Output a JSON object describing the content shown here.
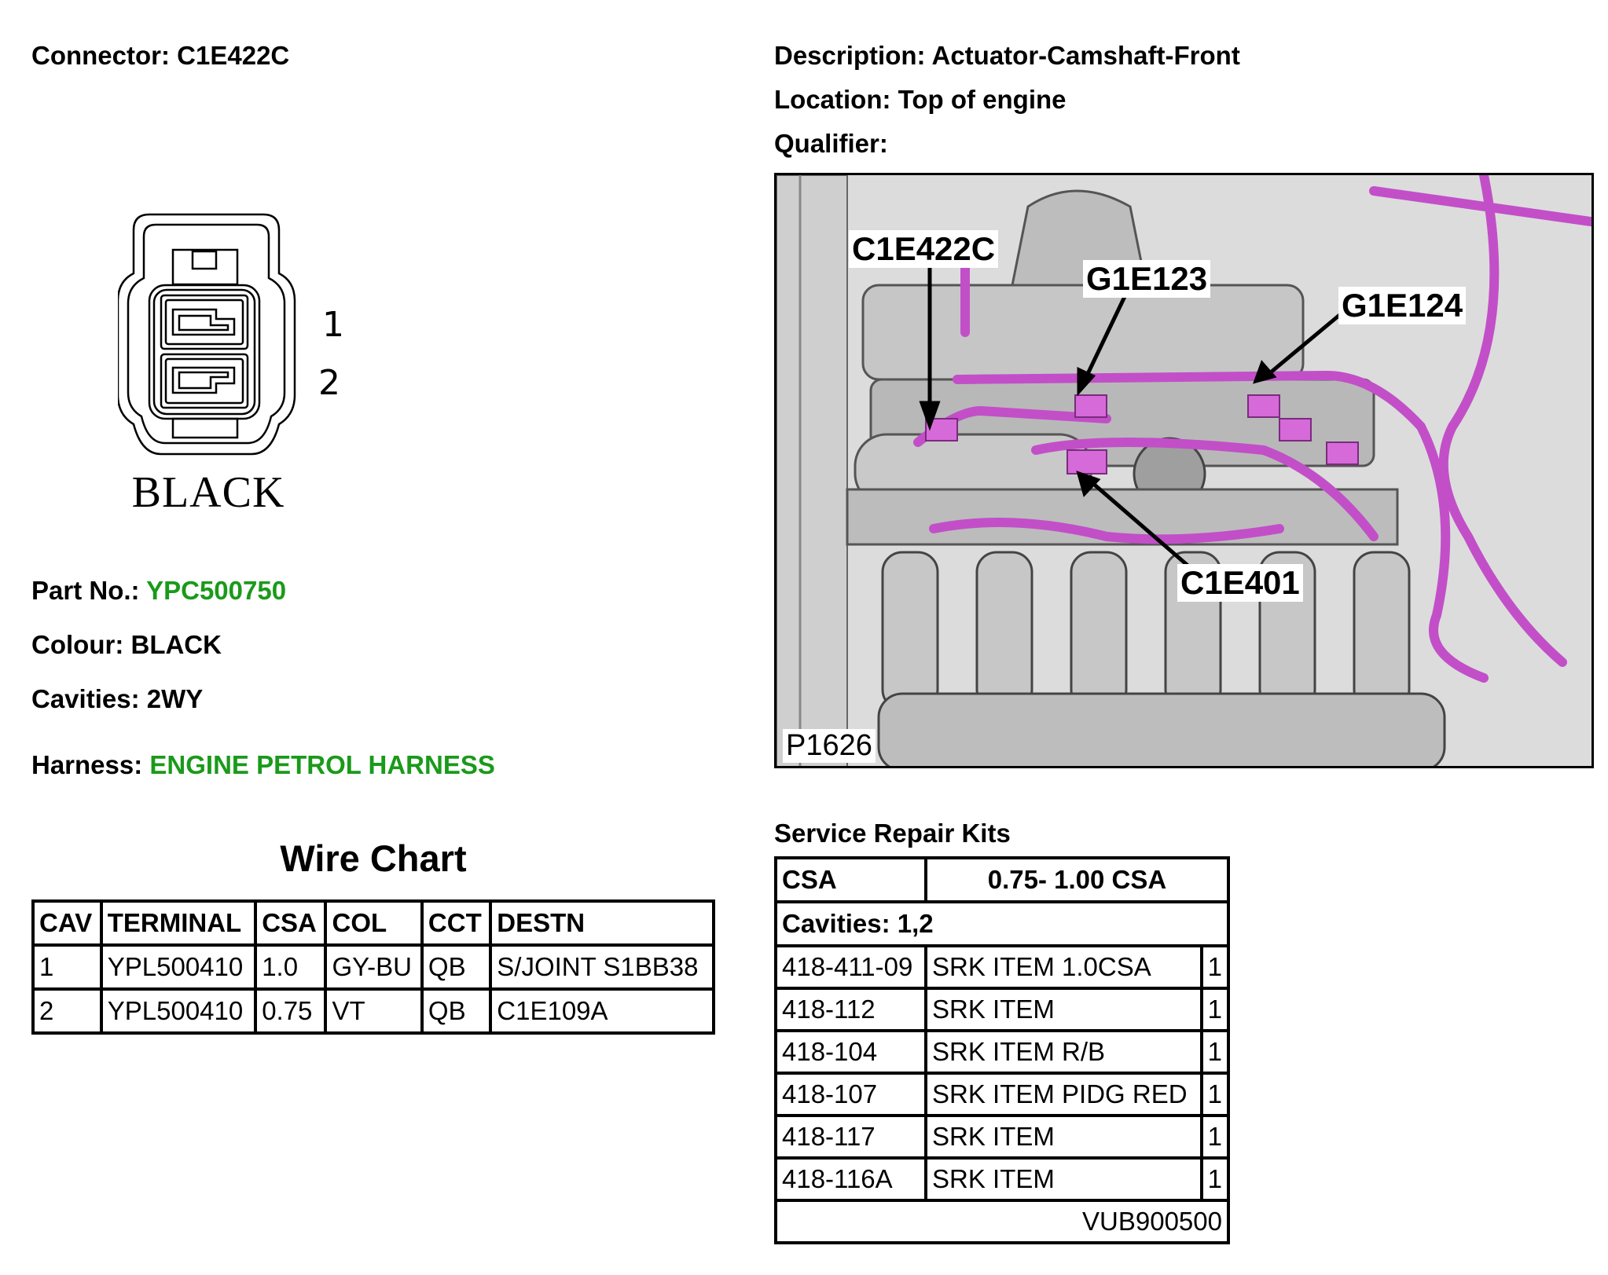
{
  "connector": {
    "label": "Connector:",
    "value": "C1E422C"
  },
  "description": {
    "label": "Description:",
    "value": "Actuator-Camshaft-Front"
  },
  "location": {
    "label": "Location:",
    "value": "Top of engine"
  },
  "qualifier": {
    "label": "Qualifier:",
    "value": ""
  },
  "drawing": {
    "pin1": "1",
    "pin2": "2",
    "colour_text": "BLACK"
  },
  "part_no": {
    "label": "Part No.:",
    "value": "YPC500750"
  },
  "colour": {
    "label": "Colour:",
    "value": "BLACK"
  },
  "cavities": {
    "label": "Cavities:",
    "value": "2WY"
  },
  "harness": {
    "label": "Harness:",
    "value": "ENGINE PETROL HARNESS"
  },
  "wire_chart": {
    "title": "Wire Chart",
    "headers": [
      "CAV",
      "TERMINAL",
      "CSA",
      "COL",
      "CCT",
      "DESTN"
    ],
    "rows": [
      [
        "1",
        "YPL500410",
        "1.0",
        "GY-BU",
        "QB",
        "S/JOINT S1BB38"
      ],
      [
        "2",
        "YPL500410",
        "0.75",
        "VT",
        "QB",
        "C1E109A"
      ]
    ]
  },
  "image": {
    "callouts": {
      "c1e422c": "C1E422C",
      "g1e123": "G1E123",
      "g1e124": "G1E124",
      "c1e401": "C1E401",
      "p1626": "P1626"
    },
    "colors": {
      "harness": "#c24fc8",
      "engine": "#c8c8c8",
      "background": "#d8d8d8"
    }
  },
  "srk": {
    "title": "Service Repair Kits",
    "csa_label": "CSA",
    "csa_value": "0.75- 1.00 CSA",
    "cavities": "Cavities: 1,2",
    "rows": [
      [
        "418-411-09",
        "SRK ITEM 1.0CSA",
        "1"
      ],
      [
        "418-112",
        "SRK ITEM",
        "1"
      ],
      [
        "418-104",
        "SRK ITEM R/B",
        "1"
      ],
      [
        "418-107",
        "SRK ITEM PIDG RED",
        "1"
      ],
      [
        "418-117",
        "SRK ITEM",
        "1"
      ],
      [
        "418-116A",
        "SRK ITEM",
        "1"
      ]
    ],
    "footer": "VUB900500"
  }
}
